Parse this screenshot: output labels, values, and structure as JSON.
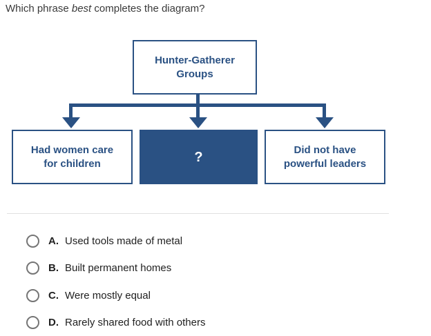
{
  "question": {
    "prefix": "Which phrase ",
    "emphasis": "best",
    "suffix": " completes the diagram?"
  },
  "diagram": {
    "root": {
      "lines": [
        "Hunter-Gatherer",
        "Groups"
      ]
    },
    "children": [
      {
        "lines": [
          "Had women care",
          "for children"
        ],
        "filled": false
      },
      {
        "lines": [
          "?"
        ],
        "filled": true
      },
      {
        "lines": [
          "Did not have",
          "powerful leaders"
        ],
        "filled": false
      }
    ]
  },
  "options": [
    {
      "letter": "A.",
      "text": "Used tools made of metal",
      "selected": false
    },
    {
      "letter": "B.",
      "text": "Built permanent homes",
      "selected": false
    },
    {
      "letter": "C.",
      "text": "Were mostly equal",
      "selected": false
    },
    {
      "letter": "D.",
      "text": "Rarely shared food with others",
      "selected": false
    }
  ],
  "colors": {
    "accent_blue": "#2a5183",
    "option_text": "#212121",
    "question_text": "#3a3a3a",
    "radio_border": "#757575",
    "divider": "#e0e0e0"
  }
}
